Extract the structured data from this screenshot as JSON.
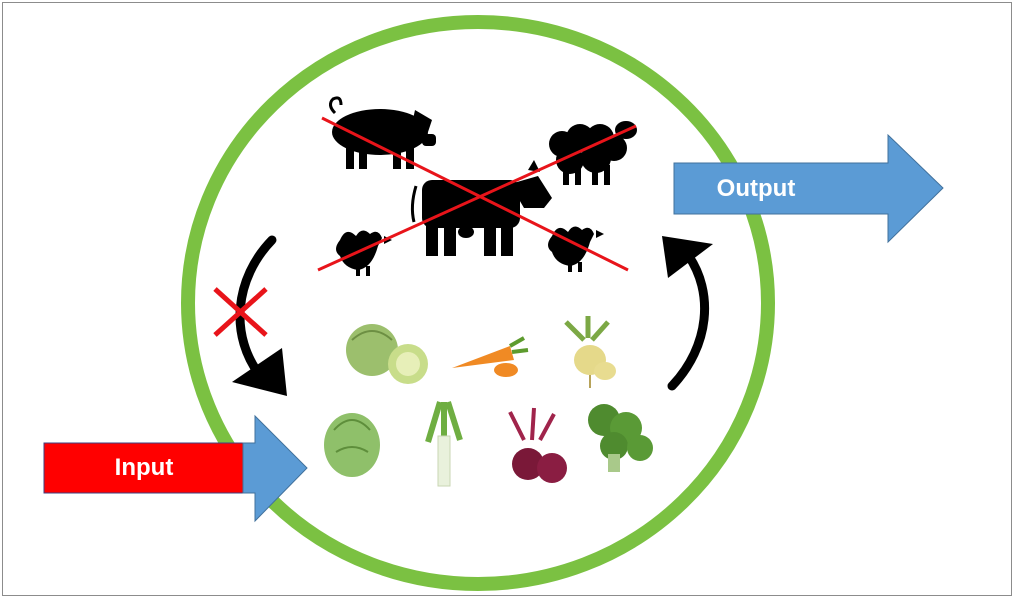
{
  "arrows": {
    "input_label": "Input",
    "output_label": "Output"
  },
  "colors": {
    "circle": "#7bc142",
    "arrow_blue": "#5b9bd5",
    "input_red": "#ff0000",
    "cross_red": "#e8141a",
    "animal_black": "#000000"
  },
  "animals": [
    "pig",
    "sheep",
    "cow",
    "chicken",
    "chicken"
  ],
  "vegetables": [
    "cabbage",
    "carrot",
    "turnip",
    "lettuce",
    "leek",
    "beetroot",
    "broccoli"
  ]
}
